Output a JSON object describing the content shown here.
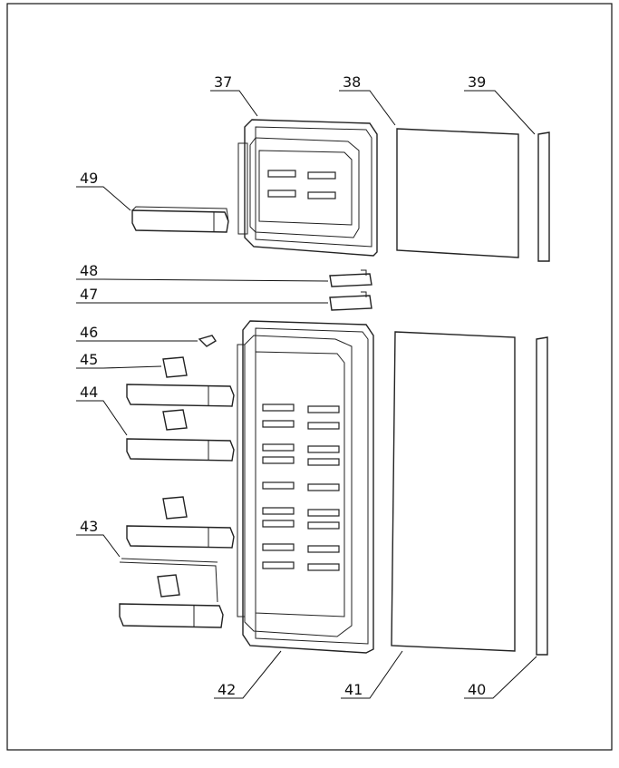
{
  "callouts": [
    {
      "id": "37",
      "label": "37"
    },
    {
      "id": "38",
      "label": "38"
    },
    {
      "id": "39",
      "label": "39"
    },
    {
      "id": "49",
      "label": "49"
    },
    {
      "id": "48",
      "label": "48"
    },
    {
      "id": "47",
      "label": "47"
    },
    {
      "id": "46",
      "label": "46"
    },
    {
      "id": "45",
      "label": "45"
    },
    {
      "id": "44",
      "label": "44"
    },
    {
      "id": "43",
      "label": "43"
    },
    {
      "id": "42",
      "label": "42"
    },
    {
      "id": "41",
      "label": "41"
    },
    {
      "id": "40",
      "label": "40"
    }
  ]
}
